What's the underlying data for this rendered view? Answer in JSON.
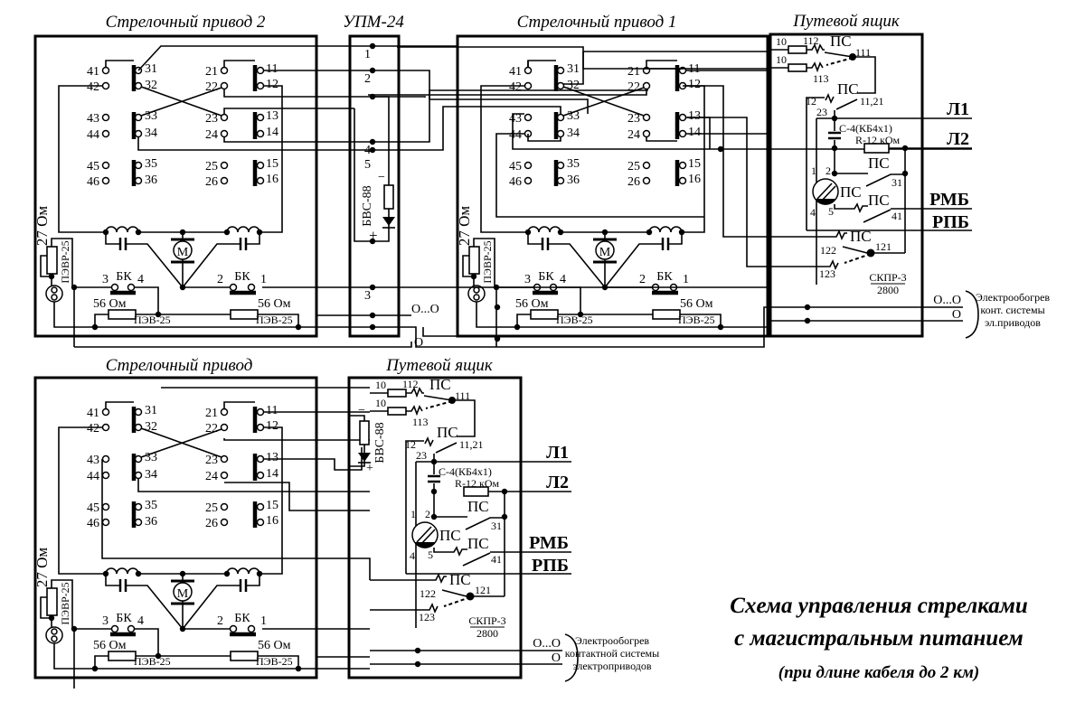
{
  "headings": {
    "drive2": "Стрелочный привод  2",
    "upm": "УПМ-24",
    "drive1": "Стрелочный привод  1",
    "track_box_top": "Путевой ящик",
    "drive_bottom": "Стрелочный привод",
    "track_box_bottom": "Путевой ящик"
  },
  "drive_labels": {
    "left_contacts": [
      "41",
      "42",
      "43",
      "44",
      "45",
      "46"
    ],
    "mid_contacts": [
      "31",
      "32",
      "33",
      "34",
      "35",
      "36"
    ],
    "right_left_contacts": [
      "21",
      "22",
      "23",
      "24",
      "25",
      "26"
    ],
    "right_contacts": [
      "11",
      "12",
      "13",
      "14",
      "15",
      "16"
    ],
    "bk": "БК",
    "bk_left_pins": [
      "3",
      "4"
    ],
    "bk_right_pins": [
      "2",
      "1"
    ],
    "resistor": "56 Ом",
    "resistor_type": "ПЭВ-25",
    "var_resistor": "27 Ом",
    "var_resistor_type": "ПЭВР-25",
    "motor": "М"
  },
  "upm": {
    "terminals": [
      "1",
      "2",
      "4",
      "5",
      "3"
    ],
    "bvs": "БВС-88",
    "minus": "−",
    "plus": "+",
    "heat_pair": "О...О",
    "heat_single": "О"
  },
  "track_box_labels": {
    "fuse_in": [
      "10",
      "10"
    ],
    "ps": "ПС",
    "c112": "112",
    "c111": "111",
    "c113": "113",
    "c12": "12",
    "c1121": "11,21",
    "c23": "23",
    "capacitor": "С-4(КБ4х1)",
    "resistor": "R-12 кОм",
    "motor_pins": [
      "1",
      "2",
      "4",
      "5"
    ],
    "c31": "31",
    "c41": "41",
    "c122": "122",
    "c121": "121",
    "c123": "123",
    "skpr": "СКПР-3",
    "skpr_num": "2800",
    "outputs": [
      "Л1",
      "Л2",
      "РМБ",
      "РПБ"
    ],
    "heat_pair": "О...О",
    "heat_single": "О"
  },
  "heating_top": [
    "Электрообогрев",
    "конт. системы",
    "эл.приводов"
  ],
  "heating_bottom": [
    "Электрообогрев",
    "контактной системы",
    "электроприводов"
  ],
  "title": {
    "line1": "Схема управления стрелками",
    "line2": "с магистральным питанием",
    "line3": "(при длине кабеля до  2  км)"
  }
}
